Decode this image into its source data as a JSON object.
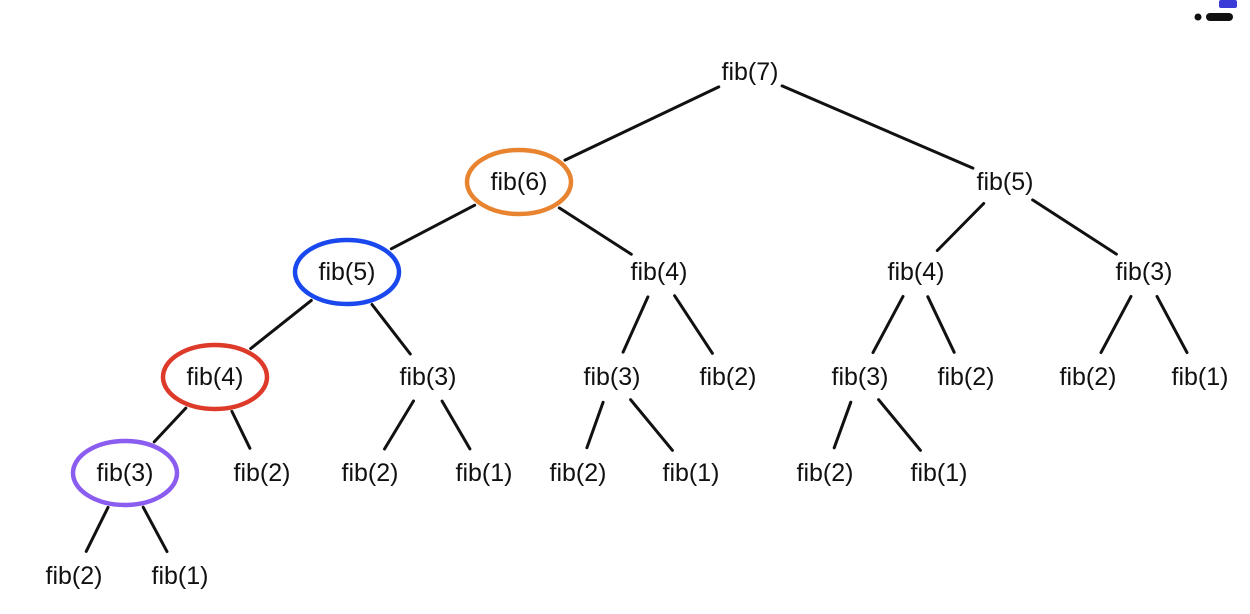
{
  "diagram": {
    "nodes": [
      {
        "id": "n1",
        "label": "fib(7)"
      },
      {
        "id": "n2",
        "label": "fib(6)",
        "highlight": "#e8832f"
      },
      {
        "id": "n3",
        "label": "fib(5)"
      },
      {
        "id": "n4",
        "label": "fib(5)",
        "highlight": "#1848ee"
      },
      {
        "id": "n5",
        "label": "fib(4)"
      },
      {
        "id": "n6",
        "label": "fib(4)"
      },
      {
        "id": "n7",
        "label": "fib(3)"
      },
      {
        "id": "n8",
        "label": "fib(4)",
        "highlight": "#dd3a2a"
      },
      {
        "id": "n9",
        "label": "fib(3)"
      },
      {
        "id": "n10",
        "label": "fib(3)"
      },
      {
        "id": "n11",
        "label": "fib(2)"
      },
      {
        "id": "n12",
        "label": "fib(3)"
      },
      {
        "id": "n13",
        "label": "fib(2)"
      },
      {
        "id": "n14",
        "label": "fib(2)"
      },
      {
        "id": "n15",
        "label": "fib(1)"
      },
      {
        "id": "n16",
        "label": "fib(3)",
        "highlight": "#8a5cf0"
      },
      {
        "id": "n17",
        "label": "fib(2)"
      },
      {
        "id": "n18",
        "label": "fib(2)"
      },
      {
        "id": "n19",
        "label": "fib(1)"
      },
      {
        "id": "n20",
        "label": "fib(2)"
      },
      {
        "id": "n21",
        "label": "fib(1)"
      },
      {
        "id": "n22",
        "label": "fib(2)"
      },
      {
        "id": "n23",
        "label": "fib(1)"
      },
      {
        "id": "n24",
        "label": "fib(2)"
      },
      {
        "id": "n25",
        "label": "fib(1)"
      }
    ],
    "edges": [
      [
        "n1",
        "n2"
      ],
      [
        "n1",
        "n3"
      ],
      [
        "n2",
        "n4"
      ],
      [
        "n2",
        "n5"
      ],
      [
        "n3",
        "n6"
      ],
      [
        "n3",
        "n7"
      ],
      [
        "n4",
        "n8"
      ],
      [
        "n4",
        "n9"
      ],
      [
        "n5",
        "n10"
      ],
      [
        "n5",
        "n11"
      ],
      [
        "n6",
        "n12"
      ],
      [
        "n6",
        "n13"
      ],
      [
        "n7",
        "n14"
      ],
      [
        "n7",
        "n15"
      ],
      [
        "n8",
        "n16"
      ],
      [
        "n8",
        "n17"
      ],
      [
        "n9",
        "n18"
      ],
      [
        "n9",
        "n19"
      ],
      [
        "n10",
        "n20"
      ],
      [
        "n10",
        "n21"
      ],
      [
        "n12",
        "n22"
      ],
      [
        "n12",
        "n23"
      ],
      [
        "n16",
        "n24"
      ],
      [
        "n16",
        "n25"
      ]
    ],
    "edge_color": "#111111"
  },
  "logo": {
    "dot_color": "#111111",
    "mark_color": "#3b3bd8"
  }
}
